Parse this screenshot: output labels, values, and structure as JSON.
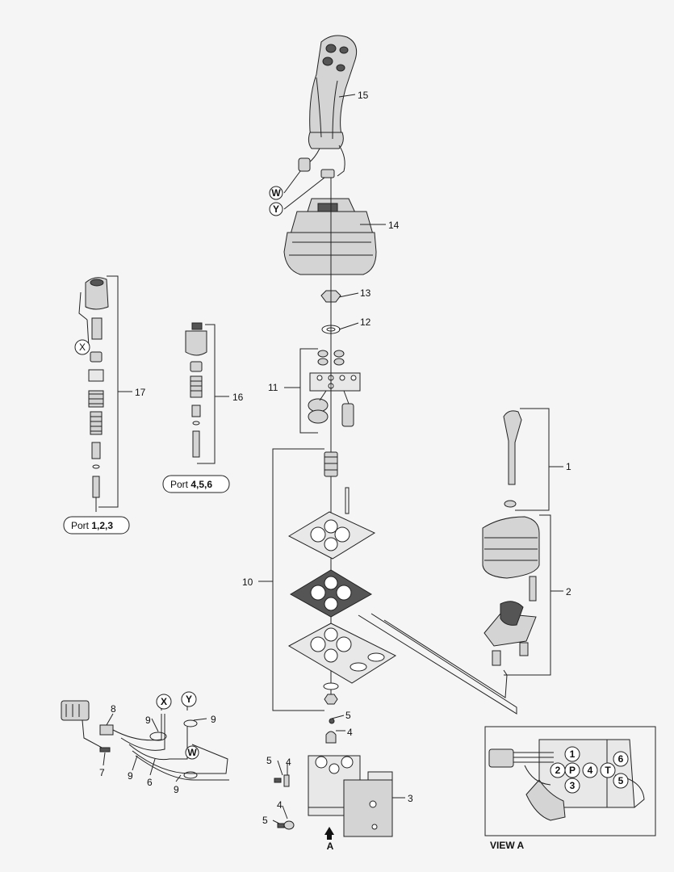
{
  "callouts": {
    "c1": "1",
    "c2": "2",
    "c3": "3",
    "c4a": "4",
    "c4b": "4",
    "c4c": "4",
    "c5a": "5",
    "c5b": "5",
    "c5c": "5",
    "c6": "6",
    "c7": "7",
    "c8": "8",
    "c9a": "9",
    "c9b": "9",
    "c9c": "9",
    "c9d": "9",
    "c10": "10",
    "c11": "11",
    "c12": "12",
    "c13": "13",
    "c14": "14",
    "c15": "15",
    "c16": "16",
    "c17": "17"
  },
  "circle_markers": {
    "w_top": "W",
    "y_top": "Y",
    "x_left": "X",
    "x_harness": "X",
    "y_harness": "Y",
    "w_harness": "W"
  },
  "port_labels": {
    "port123_prefix": "Port ",
    "port123_value": "1,2,3",
    "port456_prefix": "Port ",
    "port456_value": "4,5,6"
  },
  "view_a": {
    "title": "VIEW A",
    "arrow_label": "A",
    "ports": [
      "1",
      "2",
      "P",
      "4",
      "3",
      "T",
      "6",
      "5"
    ]
  }
}
